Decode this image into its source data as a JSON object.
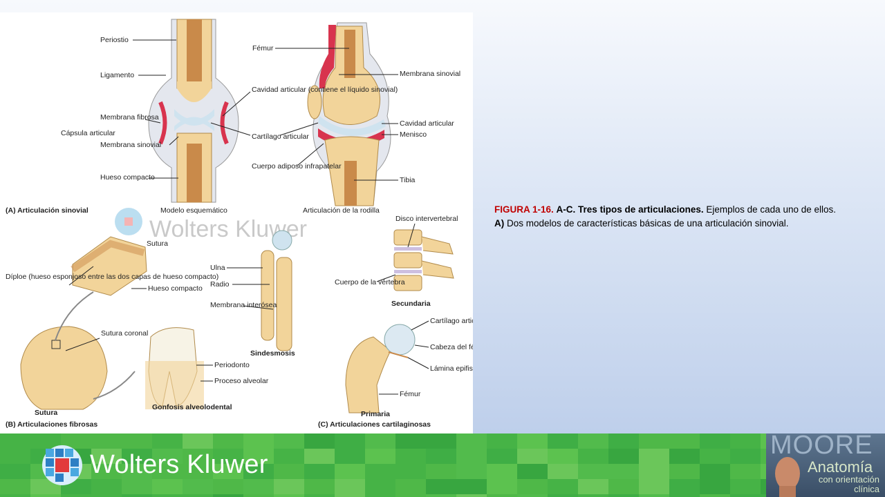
{
  "figure": {
    "panel_a": {
      "title": "(A) Articulación sinovial",
      "left_caption": "Modelo esquemático",
      "right_caption": "Articulación de la rodilla",
      "labels": {
        "periostio": "Periostio",
        "ligamento": "Ligamento",
        "membrana_fibrosa": "Membrana fibrosa",
        "capsula_articular": "Cápsula articular",
        "membrana_sinovial": "Membrana sinovial",
        "hueso_compacto": "Hueso compacto",
        "cavidad_articular": "Cavidad articular (contiene el líquido sinovial)",
        "cartilago_articular": "Cartílago articular",
        "cuerpo_adiposo": "Cuerpo adiposo infrapatelar",
        "femur": "Fémur",
        "membrana_sinovial_r": "Membrana sinovial",
        "cavidad_articular_r": "Cavidad articular",
        "menisco": "Menisco",
        "tibia": "Tibia"
      }
    },
    "panel_b": {
      "title": "(B) Articulaciones fibrosas",
      "sutura_caption": "Sutura",
      "gonfosis_caption": "Gonfosis alveolodental",
      "sindesmosis_caption": "Sindesmosis",
      "labels": {
        "sutura": "Sutura",
        "diploe": "Díploe (hueso esponjoso entre las dos capas de hueso compacto)",
        "hueso_compacto": "Hueso compacto",
        "sutura_coronal": "Sutura coronal",
        "periodonto": "Periodonto",
        "proceso_alveolar": "Proceso alveolar",
        "ulna": "Ulna",
        "radio": "Radio",
        "membrana_interosea": "Membrana interósea"
      }
    },
    "panel_c": {
      "title": "(C) Articulaciones cartilaginosas",
      "secundaria_caption": "Secundaria",
      "primaria_caption": "Primaria",
      "labels": {
        "disco": "Disco intervertebral",
        "cuerpo_vertebra": "Cuerpo de la vértebra",
        "cartilago": "Cartílago articular",
        "cabeza_femur": "Cabeza del fémur",
        "lamina": "Lámina epifisaria",
        "femur": "Fémur"
      }
    },
    "watermark": "Wolters Kluwer"
  },
  "caption": {
    "figure_number": "FIGURA 1-16.",
    "title": "A-C. Tres tipos de articulaciones.",
    "text": "Ejemplos de cada uno de ellos.",
    "part_a_label": "A)",
    "part_a_text": "Dos modelos de características básicas de una articulación sinovial."
  },
  "footer": {
    "brand": "Wolters Kluwer",
    "book_title": "MOORE",
    "book_subtitle": "Anatomía",
    "book_subtitle2": "con orientación clínica"
  },
  "colors": {
    "accent_red": "#c00000",
    "footer_green": "#4fb848",
    "bone": "#f2d49a",
    "synovial": "#d8344e",
    "cartilage": "#cfe3ef"
  }
}
